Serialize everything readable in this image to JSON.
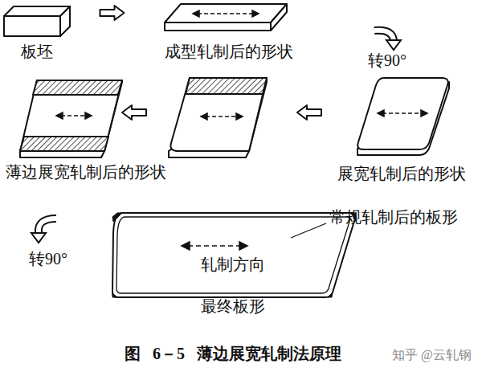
{
  "diagram": {
    "caption": "图 6－5 薄边展宽轧制法原理",
    "nodes": [
      {
        "text": [
          "板坯"
        ]
      },
      {
        "text": [
          "成型轧制后的形状"
        ]
      },
      {
        "text": [
          "展宽轧制后的形状"
        ]
      },
      {
        "text": [
          "薄边展宽轧制后的形状"
        ]
      },
      {
        "text": [
          "轧制方向",
          "最终板形"
        ]
      }
    ],
    "edges": [
      {
        "from": 0,
        "to": 1,
        "arrow": "to"
      }
    ],
    "labels": [
      "转90°",
      "转90°",
      "常规轧制后的板形",
      "知乎 @云轧钢"
    ]
  }
}
